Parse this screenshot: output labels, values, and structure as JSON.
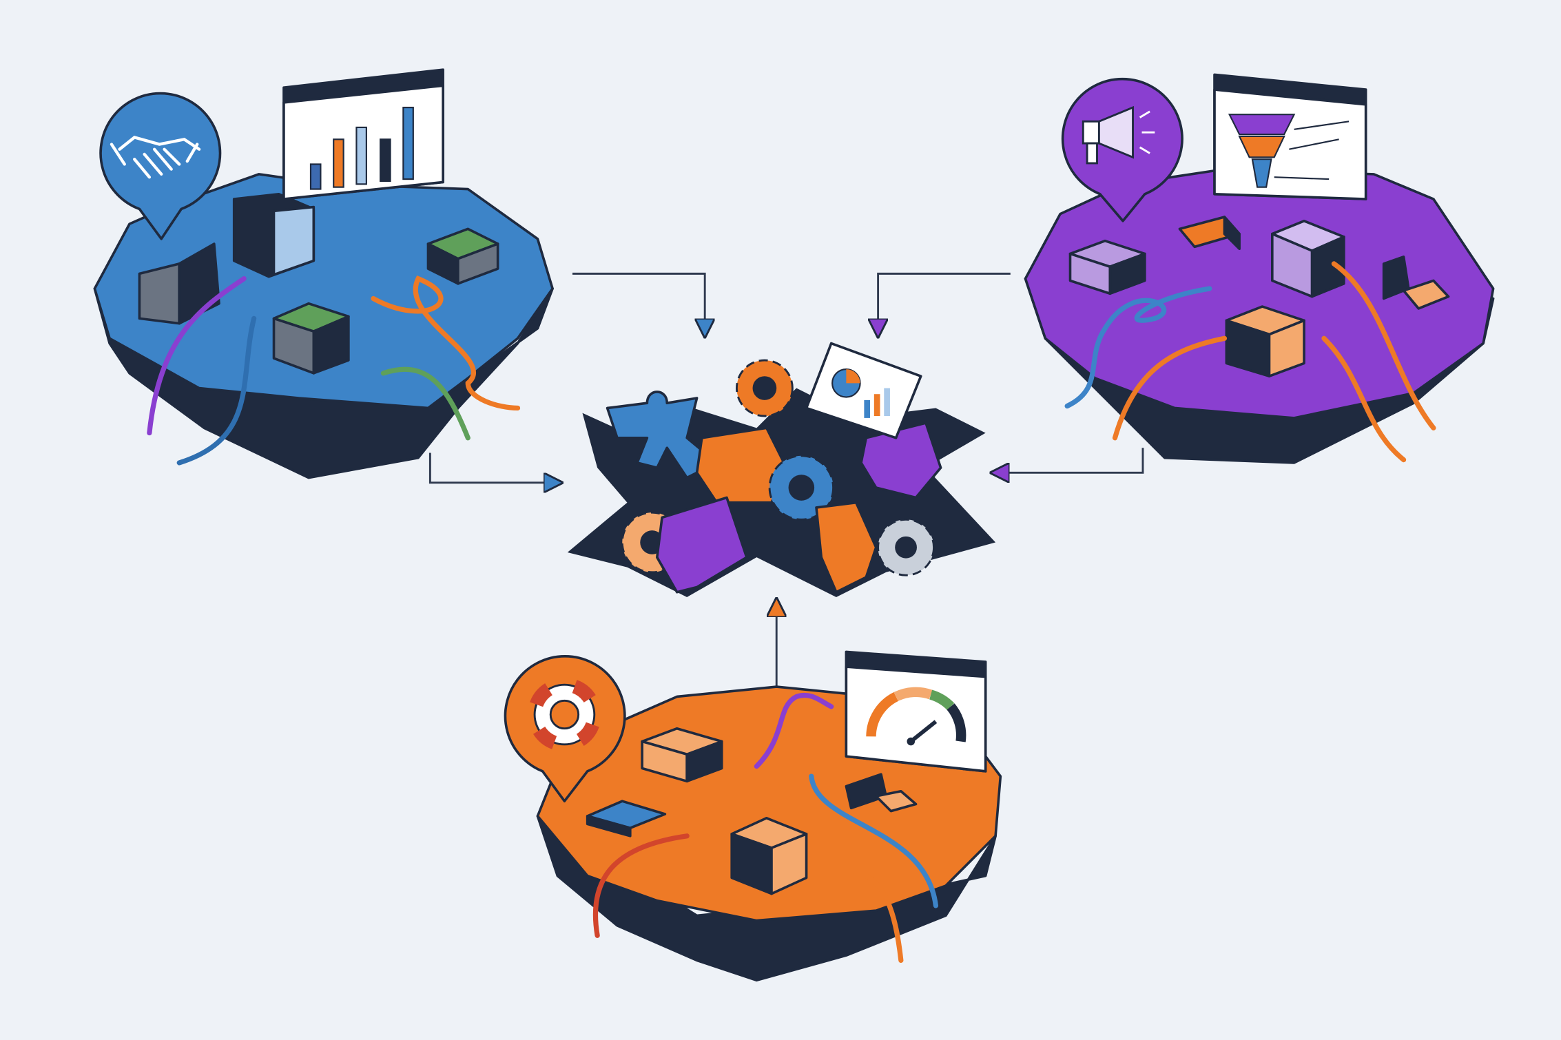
{
  "colors": {
    "background": "#eef2f7",
    "blue": "#3d84c8",
    "purple": "#8a3fd0",
    "orange": "#ee7a26",
    "dark": "#1f2a3f",
    "green": "#5fa05a",
    "light_orange": "#f4a96e",
    "light_purple": "#b99ae0",
    "light_blue": "#a9c9ea",
    "gray": "#6b7482"
  },
  "islands": [
    {
      "color": "blue",
      "pin_icon": "handshake-icon",
      "screen": "bar-chart-icon"
    },
    {
      "color": "purple",
      "pin_icon": "megaphone-icon",
      "screen": "funnel-chart-icon"
    },
    {
      "color": "orange",
      "pin_icon": "lifebuoy-icon",
      "screen": "gauge-icon"
    }
  ],
  "center": {
    "content": [
      "puzzle-piece-icon",
      "gear-icon",
      "pie-chart-icon"
    ]
  }
}
